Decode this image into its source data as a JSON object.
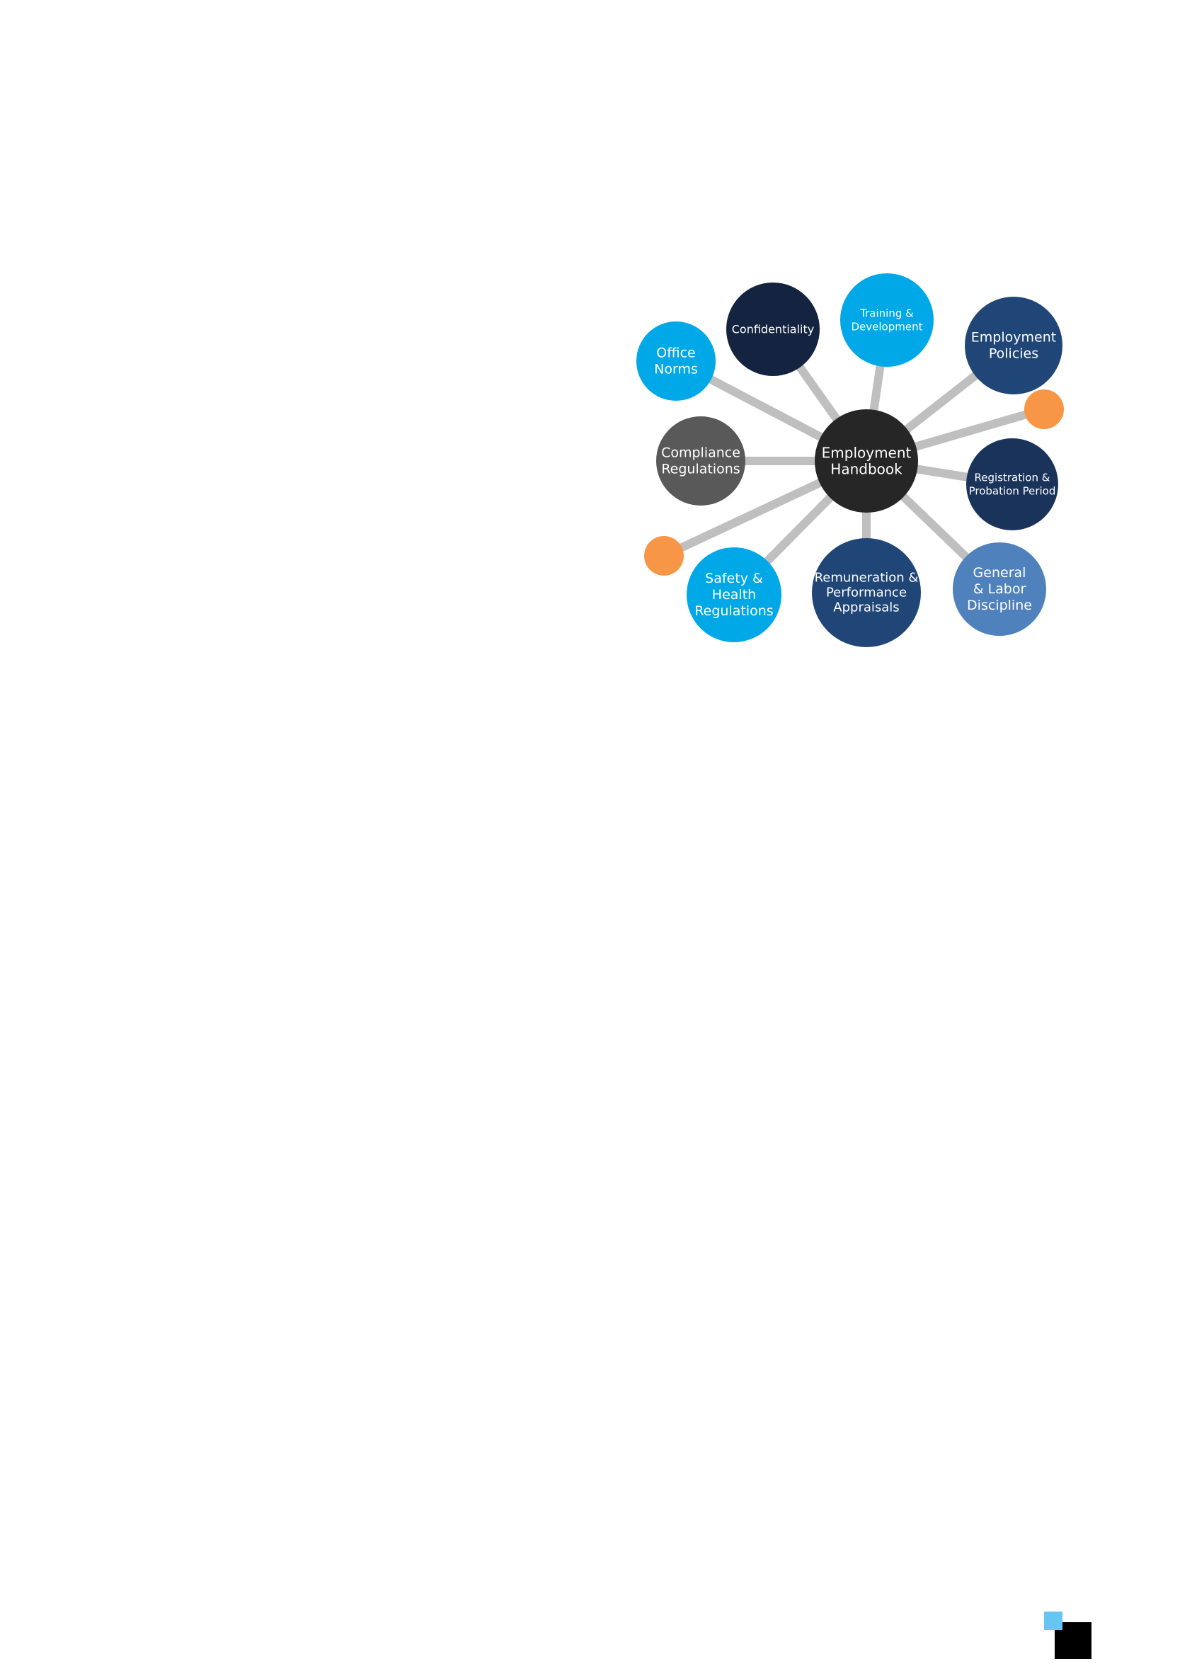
{
  "diagram": {
    "connector_color": "#bfbfbf",
    "center": {
      "id": "center",
      "lines": [
        "Employment",
        "Handbook"
      ],
      "color": "#262626"
    },
    "nodes": [
      {
        "id": "office-norms",
        "lines": [
          "Office",
          "Norms"
        ],
        "color": "#00a8e8"
      },
      {
        "id": "confidentiality",
        "lines": [
          "Confidentiality"
        ],
        "color": "#14233f"
      },
      {
        "id": "training-development",
        "lines": [
          "Training &",
          "Development"
        ],
        "color": "#00a8e8"
      },
      {
        "id": "employment-policies",
        "lines": [
          "Employment",
          "Policies"
        ],
        "color": "#204577"
      },
      {
        "id": "registration-probation",
        "lines": [
          "Registration &",
          "Probation Period"
        ],
        "color": "#1a335b"
      },
      {
        "id": "general-labor-discipline",
        "lines": [
          "General",
          "& Labor",
          "Discipline"
        ],
        "color": "#4f81bd"
      },
      {
        "id": "remuneration-appraisals",
        "lines": [
          "Remuneration &",
          "Performance",
          "Appraisals"
        ],
        "color": "#204577"
      },
      {
        "id": "safety-health",
        "lines": [
          "Safety &",
          "Health",
          "Regulations"
        ],
        "color": "#00a8e8"
      },
      {
        "id": "compliance-regulations",
        "lines": [
          "Compliance",
          "Regulations"
        ],
        "color": "#595959"
      },
      {
        "id": "orange-dot-right",
        "lines": [],
        "color": "#f79646"
      },
      {
        "id": "orange-dot-left",
        "lines": [],
        "color": "#f79646"
      }
    ]
  },
  "corner_logo": {
    "light_color": "#66c6f1",
    "dark_color": "#000000"
  }
}
